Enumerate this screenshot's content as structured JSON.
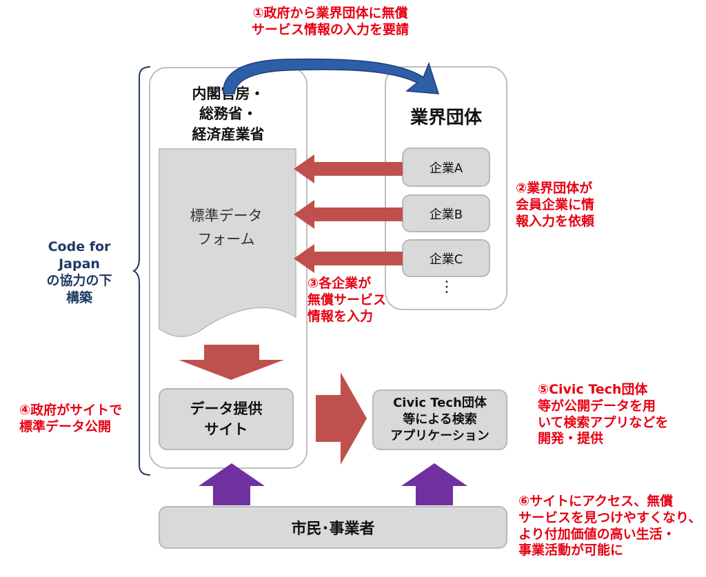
{
  "colors": {
    "red_text": "#e60012",
    "navy_text": "#1f3864",
    "red_arrow": "#c0504d",
    "purple_arrow": "#7030a0",
    "blue_arrow": "#2e5ea8",
    "gray_box": "#d9d9d9"
  },
  "notes": {
    "n1": "①政府から業界団体に無償\nサービス情報の入力を要請",
    "n2": "②業界団体が\n会員企業に情\n報入力を依頼",
    "n3": "③各企業が\n無償サービス\n情報を入力",
    "n4": "④政府がサイトで\n標準データ公開",
    "n5": "⑤Civic Tech団体\n等が公開データを用\nいて検索アプリなどを\n開発・提供",
    "n6": "⑥サイトにアクセス、無償\nサービスを見つけやすくなり、\nより付加価値の高い生活・\n事業活動が可能に"
  },
  "code_for_japan": "Code for\nJapan\nの協力の下\n構築",
  "gov": {
    "title": "内閣官房・\n総務省・\n経済産業省",
    "form_label": "標準データ\nフォーム",
    "site_label": "データ提供\nサイト"
  },
  "industry": {
    "title": "業界団体",
    "companies": [
      "企業A",
      "企業B",
      "企業C"
    ],
    "more": "⋮"
  },
  "civic": {
    "label": "Civic Tech団体\n等による検索\nアプリケーション"
  },
  "citizens": {
    "label": "市民･事業者"
  }
}
